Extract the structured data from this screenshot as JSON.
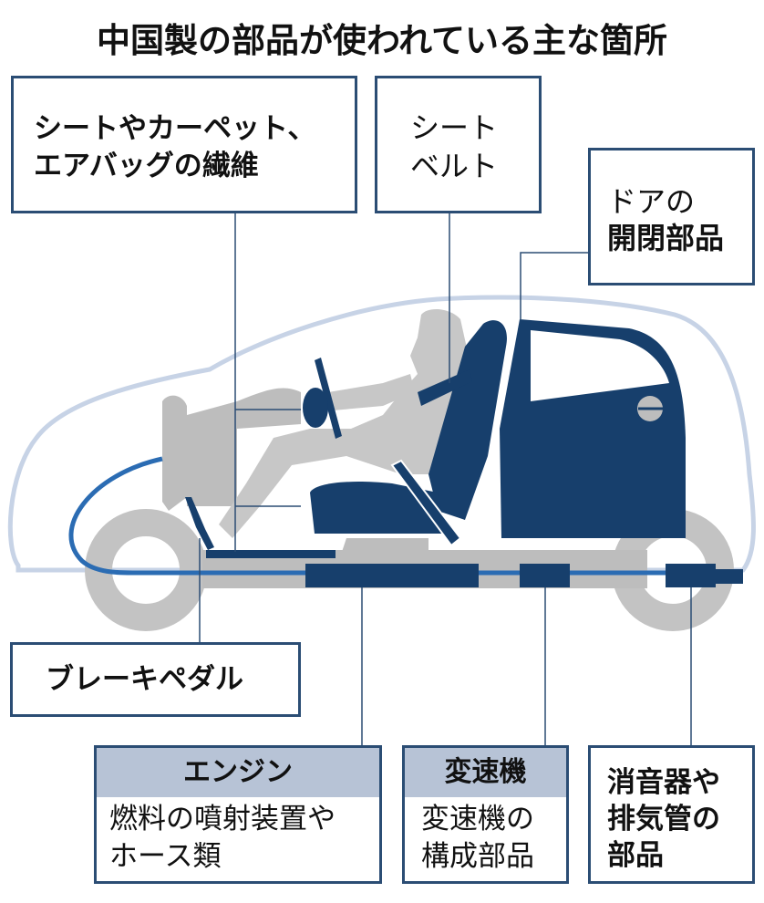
{
  "title": "中国製の部品が使われている主な箇所",
  "colors": {
    "navy": "#173f6c",
    "blue_line": "#2b6cb3",
    "gray": "#bdbdbd",
    "outline": "#c7d3e6",
    "box_border": "#2b4d74",
    "header_fill": "#b7c3d6"
  },
  "labels": {
    "seat_fiber": {
      "line1": "シートやカーペット、",
      "line2": "エアバッグの繊維"
    },
    "seatbelt": {
      "line1": "シート",
      "line2": "ベルト"
    },
    "door": {
      "line1": "ドアの",
      "line2": "開閉部品"
    },
    "brake": {
      "line1": "ブレーキペダル"
    },
    "engine": {
      "header": "エンジン",
      "line1": "燃料の噴射装置や",
      "line2": "ホース類"
    },
    "transmission": {
      "header": "変速機",
      "line1": "変速機の",
      "line2": "構成部品"
    },
    "muffler": {
      "line1": "消音器や",
      "line2": "排気管の",
      "line3": "部品"
    }
  }
}
